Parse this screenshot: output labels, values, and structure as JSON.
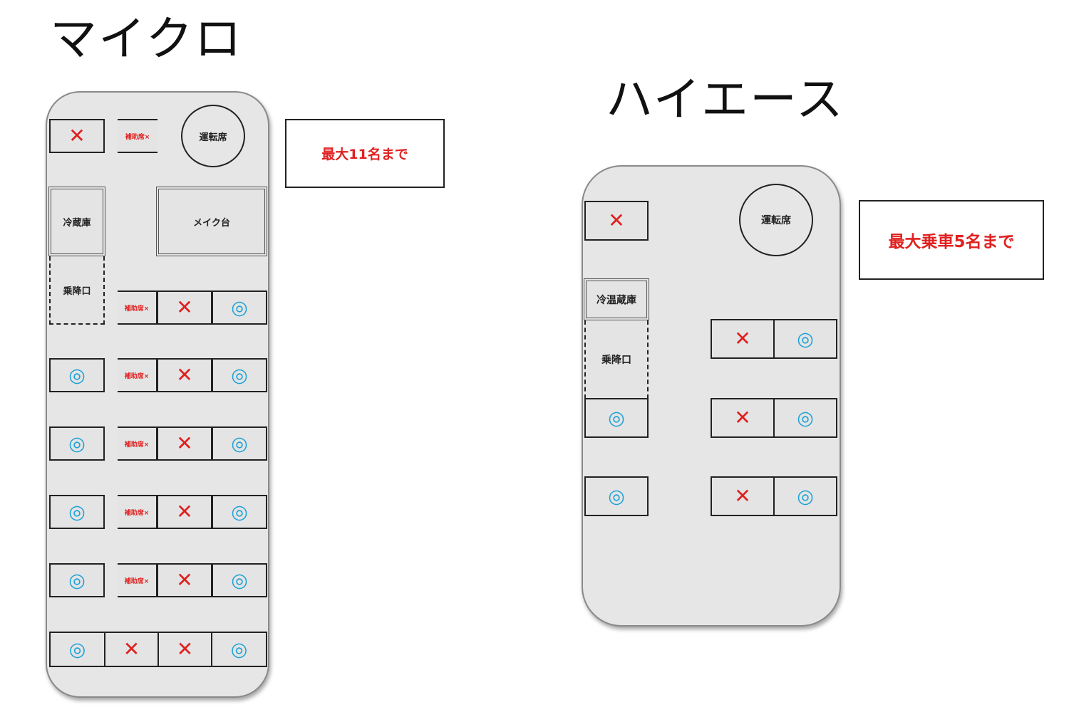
{
  "micro": {
    "title": "マイクロ",
    "driver_seat": "運転席",
    "fridge": "冷蔵庫",
    "makeup_table": "メイク台",
    "entrance": "乗降口",
    "aux_seat": "補助席×",
    "x_mark": "✕",
    "o_mark": "◎",
    "capacity": "最大11名まで"
  },
  "hiace": {
    "title": "ハイエース",
    "driver_seat": "運転席",
    "fridge": "冷温蔵庫",
    "entrance": "乗降口",
    "x_mark": "✕",
    "o_mark": "◎",
    "capacity": "最大乗車5名まで"
  },
  "colors": {
    "unavailable": "#e02020",
    "available": "#1ea2d8",
    "body": "#e6e6e6"
  }
}
